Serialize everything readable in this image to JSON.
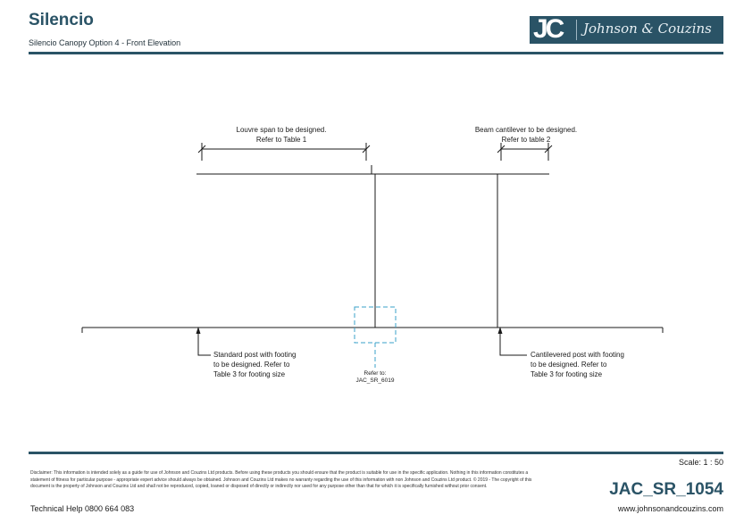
{
  "header": {
    "title": "Silencio",
    "subtitle": "Silencio Canopy Option 4 - Front Elevation",
    "logo_mark": "JC",
    "logo_brand": "Johnson & Couzins"
  },
  "annotations": {
    "louvre_span": [
      "Louvre span to be designed.",
      "Refer to Table 1"
    ],
    "beam_cantilever": [
      "Beam cantilever to be designed.",
      "Refer to table 2"
    ],
    "standard_post": [
      "Standard post with footing",
      "to be designed. Refer to",
      "Table 3 for footing size"
    ],
    "refer_to": [
      "Refer to:",
      "JAC_SR_6019"
    ],
    "cantilevered_post": [
      "Cantilevered post with footing",
      "to be designed. Refer to",
      "Table 3 for footing size"
    ]
  },
  "footer": {
    "disclaimer": "Disclaimer: This information is intended solely as a guide for use of Johnson and Couzins Ltd products. Before using these products you should ensure that the product is suitable for use in the specific application. Nothing in this information constitutes a statement of fitness for particular purpose - appropriate expert advice should always be obtained. Johnson and Couzins Ltd makes no warranty regarding the use of this information with non Johnson and Couzins Ltd product. © 2019 - The copyright of this document is the property of Johnson and Couzins Ltd and shall not be reproduced, copied, loaned or disposed of directly or indirectly nor used for any purpose other than that for which it is specifically furnished without prior consent.",
    "technical_help": "Technical Help 0800 664 083",
    "scale": "Scale:  1 : 50",
    "drawing_number": "JAC_SR_1054",
    "website": "www.johnsonandcouzins.com"
  },
  "colors": {
    "brand": "#2a5366",
    "detail_box": "#3aa0c8"
  }
}
